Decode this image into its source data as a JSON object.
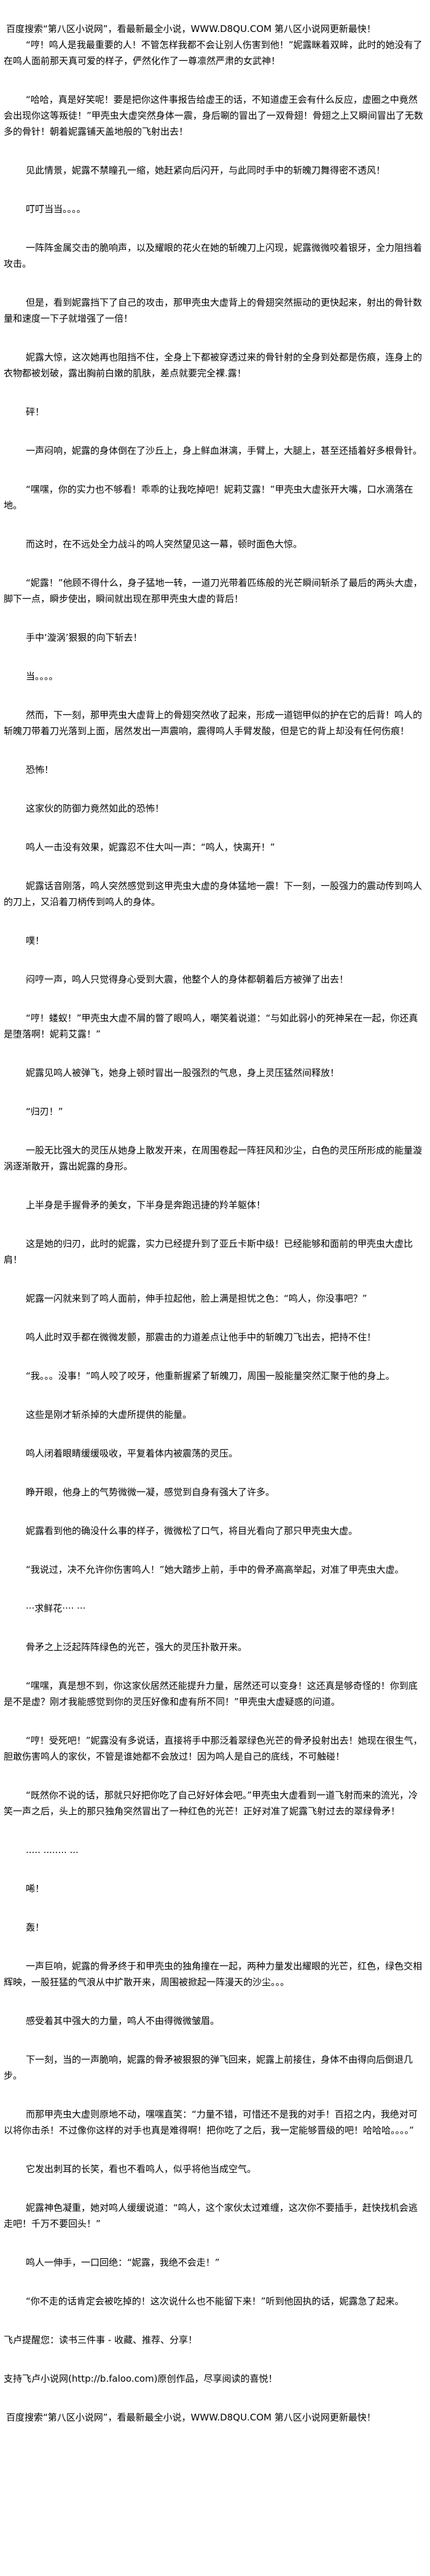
{
  "header": {
    "banner": "百度搜索“第八区小说网”，看最新最全小说，WWW.D8QU.COM   第八区小说网更新最快！"
  },
  "article": {
    "paragraphs": [
      "“哼！鸣人是我最重要的人！不管怎样我都不会让别人伤害到他！”妮露眯着双眸，此时的她没有了在鸣人面前那天真可爱的样子，俨然化作了一尊凛然严肃的女武神！",
      "“哈哈，真是好笑呢！要是把你这件事报告给虚王的话，不知道虚王会有什么反应，虚圈之中竟然会出现你这等叛徒！”甲壳虫大虚突然身体一震，身后唰的冒出了一双骨翅！骨翅之上又瞬间冒出了无数多的骨针！朝着妮露铺天盖地般的飞射出去！",
      "见此情景，妮露不禁瞳孔一缩，她赶紧向后闪开，与此同时手中的斩魄刀舞得密不透风！",
      "叮叮当当。。。。",
      "一阵阵金属交击的脆响声，以及耀眼的花火在她的斩魄刀上闪现，妮露微微咬着银牙，全力阻挡着攻击。",
      "但是，看到妮露挡下了自己的攻击，那甲壳虫大虚背上的骨翅突然振动的更快起来，射出的骨针数量和速度一下子就增强了一倍！",
      "妮露大惊，这次她再也阻挡不住，全身上下都被穿透过来的骨针射的全身到处都是伤痕，连身上的衣物都被划破，露出胸前白嫩的肌肤，差点就要完全裸.露！",
      "砰！",
      "一声闷响，妮露的身体倒在了沙丘上，身上鲜血淋漓，手臂上，大腿上，甚至还插着好多根骨针。",
      "“嘿嘿，你的实力也不够看！乖乖的让我吃掉吧！妮莉艾露！”甲壳虫大虚张开大嘴，口水滴落在地。",
      "而这时，在不远处全力战斗的鸣人突然望见这一幕，顿时面色大惊。",
      "“妮露！”他顾不得什么，身子猛地一转，一道刀光带着匹练般的光芒瞬间斩杀了最后的两头大虚，脚下一点，瞬步使出，瞬间就出现在那甲壳虫大虚的背后！",
      "手中‘漩涡’狠狠的向下斩去！",
      "当。。。。",
      "然而，下一刻，那甲壳虫大虚背上的骨翅突然收了起来，形成一道铠甲似的护在它的后背！鸣人的斩魄刀带着刀光落到上面，居然发出一声震响，震得鸣人手臂发酸，但是它的背上却没有任何伤痕！",
      "恐怖！",
      "这家伙的防御力竟然如此的恐怖！",
      "鸣人一击没有效果，妮露忍不住大叫一声：“鸣人，快离开！”",
      "妮露话音刚落，鸣人突然感觉到这甲壳虫大虚的身体猛地一震！下一刻，一股强力的震动传到鸣人的刀上，又沿着刀柄传到鸣人的身体。",
      "噗！",
      "闷哼一声，鸣人只觉得身心受到大震，他整个人的身体都朝着后方被弹了出去！",
      "“哼！蝼蚁！”甲壳虫大虚不屑的瞥了眼鸣人，嘲笑着说道：“与如此弱小的死神呆在一起，你还真是堕落啊！妮莉艾露！”",
      "妮露见鸣人被弹飞，她身上顿时冒出一股强烈的气息，身上灵压猛然间释放！",
      "“归刃！”",
      "一股无比强大的灵压从她身上散发开来，在周围卷起一阵狂风和沙尘，白色的灵压所形成的能量漩涡逐渐散开，露出妮露的身形。",
      "上半身是手握骨矛的美女，下半身是奔跑迅捷的羚羊躯体！",
      "这是她的归刃，此时的妮露，实力已经提升到了亚丘卡斯中级！已经能够和面前的甲壳虫大虚比肩！",
      "妮露一闪就来到了鸣人面前，伸手拉起他，脸上满是担忧之色：“鸣人，你没事吧？”",
      "鸣人此时双手都在微微发颤，那震击的力道差点让他手中的斩魄刀飞出去，把持不住！",
      "“我。。。没事！”鸣人咬了咬牙，他重新握紧了斩魄刀，周围一股能量突然汇聚于他的身上。",
      "这些是刚才斩杀掉的大虚所提供的能量。",
      "鸣人闭着眼睛缓缓吸收，平复着体内被震荡的灵压。",
      "睁开眼，他身上的气势微微一凝，感觉到自身有强大了许多。",
      "妮露看到他的确没什么事的样子，微微松了口气，将目光看向了那只甲壳虫大虚。",
      "“我说过，决不允许你伤害鸣人！”她大踏步上前，手中的骨矛高高举起，对准了甲壳虫大虚。",
      "···求鲜花····  ···",
      "骨矛之上泛起阵阵绿色的光芒，强大的灵压扑散开来。",
      "“嘿嘿，真是想不到，你这家伙居然还能提升力量，居然还可以变身！这还真是够奇怪的！你到底是不是虚？刚才我能感觉到你的灵压好像和虚有所不同！”甲壳虫大虚疑惑的问道。",
      "“哼！受死吧！”妮露没有多说话，直接将手中那泛着翠绿色光芒的骨矛投射出去！她现在很生气，胆敢伤害鸣人的家伙，不管是谁她都不会放过！因为鸣人是自己的底线，不可触碰！",
      "“既然你不说的话，那就只好把你吃了自己好好体会吧。”甲壳虫大虚看到一道飞射而来的流光，冷笑一声之后，头上的那只独角突然冒出了一种红色的光芒！正好对准了妮露飞射过去的翠绿骨矛！",
      "..... ........ ...",
      "唏！",
      "轰！",
      "一声巨响，妮露的骨矛终于和甲壳虫的独角撞在一起，两种力量发出耀眼的光芒，红色，绿色交相辉映，一股狂猛的气浪从中扩散开来，周围被掀起一阵漫天的沙尘。。。",
      "感受着其中强大的力量，鸣人不由得微微皱眉。",
      "下一刻，当的一声脆响，妮露的骨矛被狠狠的弹飞回来，妮露上前接住，身体不由得向后倒退几步。",
      "而那甲壳虫大虚则原地不动，嘿嘿直笑：“力量不错，可惜还不是我的对手！百招之内，我绝对可以将你击杀！不过像你这样的对手也真是难得啊！把你吃了之后，我一定能够晋级的吧！哈哈哈。。。。”",
      "它发出刺耳的长笑，看也不看鸣人，似乎将他当成空气。",
      "妮露神色凝重，她对鸣人缓缓说道：“鸣人，这个家伙太过难缠，这次你不要插手，赶快找机会逃走吧！千万不要回头！”",
      "鸣人一伸手，一口回绝：“妮露，我绝不会走！”",
      "“你不走的话肯定会被吃掉的！这次说什么也不能留下来！”听到他固执的话，妮露急了起来。"
    ]
  },
  "footer": {
    "reminder": "飞卢提醒您：读书三件事 - 收藏、推荐、分享！",
    "support": "支持飞卢小说网(http://b.faloo.com)原创作品，尽享阅读的喜悦！",
    "banner": "百度搜索“第八区小说网”，看最新最全小说，WWW.D8QU.COM   第八区小说网更新最快！"
  }
}
